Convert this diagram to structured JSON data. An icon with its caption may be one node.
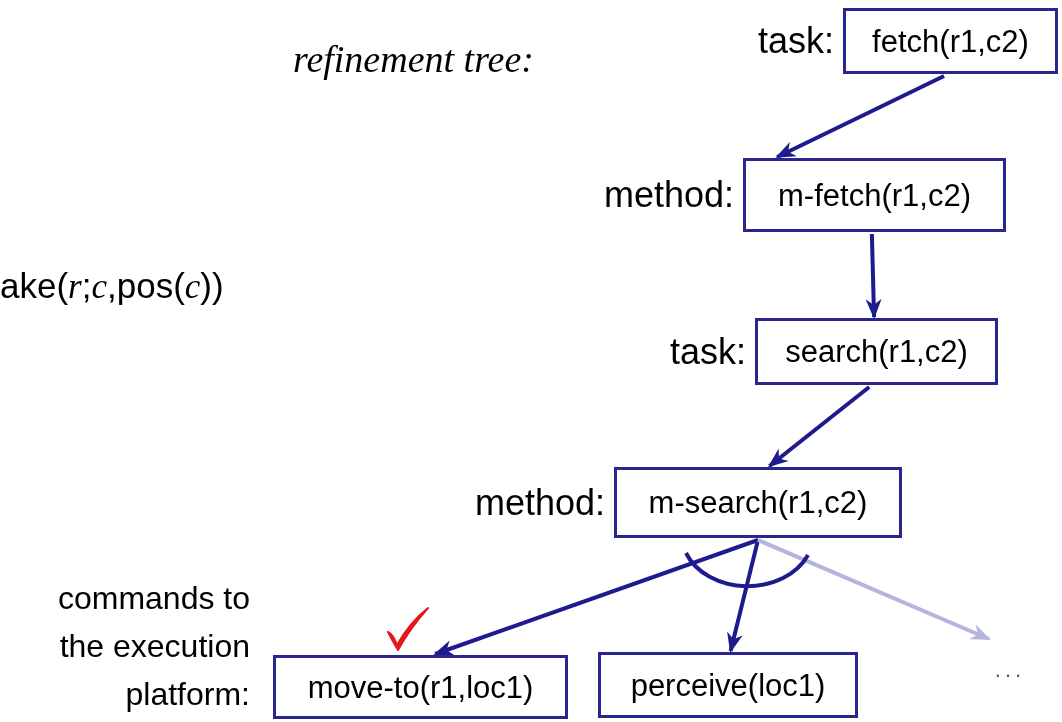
{
  "diagram": {
    "nodes": [
      {
        "text": [
          "fetch(r1,c2)"
        ],
        "beside": [
          "task:"
        ]
      },
      {
        "text": [
          "m-fetch(r1,c2)"
        ],
        "beside": [
          "method:"
        ]
      },
      {
        "text": [
          "search(r1,c2)"
        ],
        "beside": [
          "task:"
        ]
      },
      {
        "text": [
          "m-search(r1,c2)"
        ],
        "beside": [
          "method:"
        ]
      },
      {
        "text": [
          "move-to(r1,loc1)"
        ]
      },
      {
        "text": [
          "perceive(loc1)"
        ]
      },
      {
        "text": [
          "..."
        ]
      }
    ],
    "edges": [
      {
        "from": 0,
        "to": 1,
        "arrow": "to"
      },
      {
        "from": 1,
        "to": 2,
        "arrow": "to"
      },
      {
        "from": 2,
        "to": 3,
        "arrow": "to"
      },
      {
        "from": 3,
        "to": 4,
        "arrow": "to"
      },
      {
        "from": 3,
        "to": 5,
        "arrow": "to"
      },
      {
        "from": 3,
        "to": 6,
        "arrow": "to",
        "color": "#b4b4dc"
      }
    ],
    "labels": [
      "refinement tree:",
      "ake(*r*;*c*,pos(*c*))",
      "commands to the execution platform:"
    ]
  }
}
